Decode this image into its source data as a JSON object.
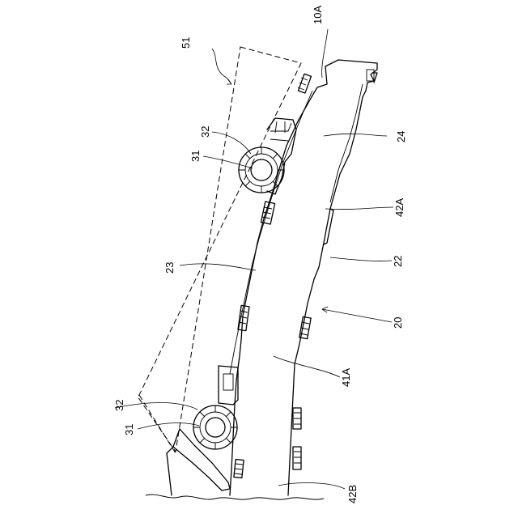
{
  "labels": {
    "l10A": "10A",
    "l51": "51",
    "l24": "24",
    "l32_top": "32",
    "l31_top": "31",
    "l42A": "42A",
    "l23": "23",
    "l22": "22",
    "l20": "20",
    "l41A": "41A",
    "l32_bottom": "32",
    "l31_bottom": "31",
    "l42B": "42B"
  }
}
